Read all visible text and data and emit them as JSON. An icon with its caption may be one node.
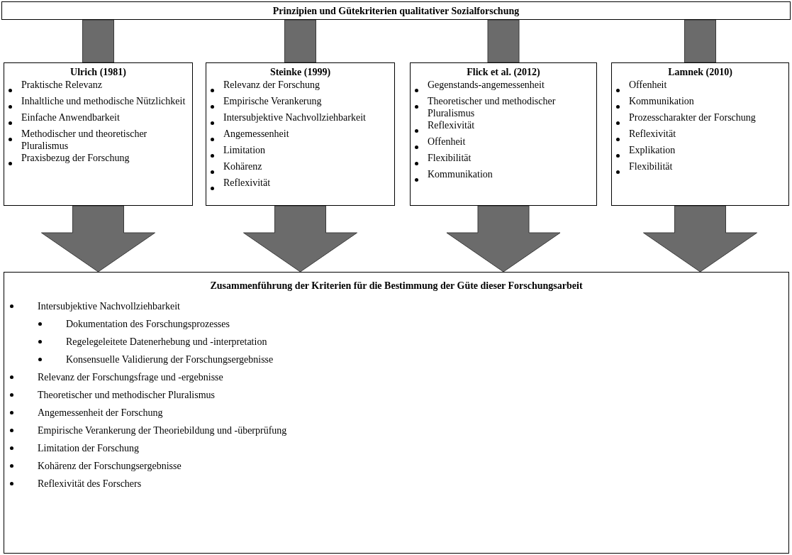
{
  "diagram": {
    "nodes": [
      {
        "text": [
          "Prinzipien und Gütekriterien qualitativer Sozialforschung"
        ]
      },
      {
        "text": [
          "Ulrich (1981)",
          "Praktische Relevanz",
          "Inhaltliche und methodische Nützlichkeit",
          "Einfache Anwendbarkeit",
          "Methodischer und theoretischer Pluralismus",
          "Praxisbezug der Forschung"
        ]
      },
      {
        "text": [
          "Steinke (1999)",
          "Relevanz der Forschung",
          "Empirische Verankerung",
          "Intersubjektive Nachvollziehbarkeit",
          "Angemessenheit",
          "Limitation",
          "Kohärenz",
          "Reflexivität"
        ]
      },
      {
        "text": [
          "Flick et al. (2012)",
          "Gegenstands-angemessenheit",
          "Theoretischer und methodischer Pluralismus",
          "Reflexivität",
          "Offenheit",
          "Flexibilität",
          "Kommunikation"
        ]
      },
      {
        "text": [
          "Lamnek (2010)",
          "Offenheit",
          "Kommunikation",
          "Prozesscharakter der Forschung",
          "Reflexivität",
          "Explikation",
          "Flexibilität"
        ]
      },
      {
        "text": [
          "Zusammenführung der Kriterien für die Bestimmung der Güte dieser Forschungsarbeit",
          "Intersubjektive Nachvollziehbarkeit",
          "Dokumentation des Forschungsprozesses",
          "Regelegeleitete Datenerhebung und -interpretation",
          "Konsensuelle Validierung der Forschungsergebnisse",
          "Relevanz der Forschungsfrage und -ergebnisse",
          "Theoretischer und methodischer Pluralismus",
          "Angemessenheit der Forschung",
          "Empirische Verankerung der Theoriebildung und -überprüfung",
          "Limitation der Forschung",
          "Kohärenz der Forschungsergebnisse",
          "Reflexivität des Forschers"
        ]
      }
    ],
    "edges": [
      {
        "from": 0,
        "to": 1,
        "arrow": "none",
        "style": "thick"
      },
      {
        "from": 0,
        "to": 2,
        "arrow": "none",
        "style": "thick"
      },
      {
        "from": 0,
        "to": 3,
        "arrow": "none",
        "style": "thick"
      },
      {
        "from": 0,
        "to": 4,
        "arrow": "none",
        "style": "thick"
      },
      {
        "from": 1,
        "to": 5,
        "arrow": "to",
        "style": "thick"
      },
      {
        "from": 2,
        "to": 5,
        "arrow": "to",
        "style": "thick"
      },
      {
        "from": 3,
        "to": 5,
        "arrow": "to",
        "style": "thick"
      },
      {
        "from": 4,
        "to": 5,
        "arrow": "to",
        "style": "thick"
      }
    ]
  }
}
